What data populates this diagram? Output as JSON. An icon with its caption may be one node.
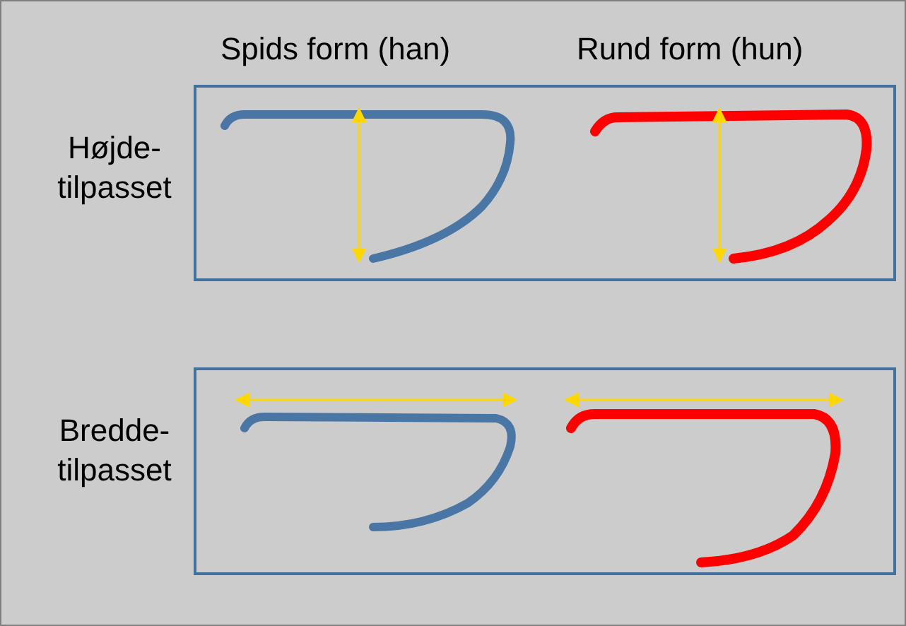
{
  "diagram": {
    "labels": [
      "Spids form (han)",
      "Rund form (hun)",
      "Højde- tilpasset",
      "Bredde- tilpasset"
    ]
  }
}
